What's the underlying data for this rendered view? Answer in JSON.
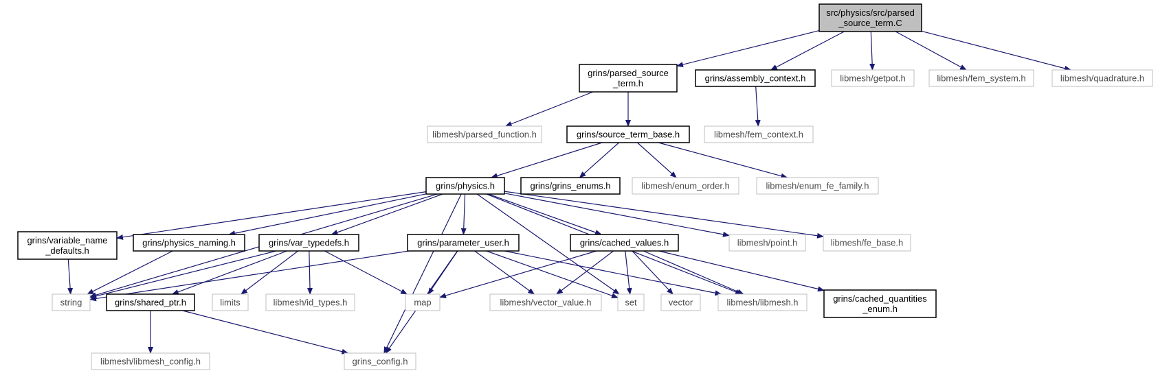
{
  "nodes": [
    {
      "id": "root",
      "lines": [
        "src/physics/src/parsed",
        "_source_term.C"
      ],
      "style": "root"
    },
    {
      "id": "pst",
      "lines": [
        "grins/parsed_source",
        "_term.h"
      ],
      "style": "local"
    },
    {
      "id": "asm",
      "lines": [
        "grins/assembly_context.h"
      ],
      "style": "local"
    },
    {
      "id": "getpot",
      "lines": [
        "libmesh/getpot.h"
      ],
      "style": "ext"
    },
    {
      "id": "femsys",
      "lines": [
        "libmesh/fem_system.h"
      ],
      "style": "ext"
    },
    {
      "id": "quad",
      "lines": [
        "libmesh/quadrature.h"
      ],
      "style": "ext"
    },
    {
      "id": "pfunc",
      "lines": [
        "libmesh/parsed_function.h"
      ],
      "style": "ext"
    },
    {
      "id": "stb",
      "lines": [
        "grins/source_term_base.h"
      ],
      "style": "local"
    },
    {
      "id": "femctx",
      "lines": [
        "libmesh/fem_context.h"
      ],
      "style": "ext"
    },
    {
      "id": "phys",
      "lines": [
        "grins/physics.h"
      ],
      "style": "local"
    },
    {
      "id": "genums",
      "lines": [
        "grins/grins_enums.h"
      ],
      "style": "local"
    },
    {
      "id": "eorder",
      "lines": [
        "libmesh/enum_order.h"
      ],
      "style": "ext"
    },
    {
      "id": "efe",
      "lines": [
        "libmesh/enum_fe_family.h"
      ],
      "style": "ext"
    },
    {
      "id": "varname",
      "lines": [
        "grins/variable_name",
        "_defaults.h"
      ],
      "style": "local"
    },
    {
      "id": "pnaming",
      "lines": [
        "grins/physics_naming.h"
      ],
      "style": "local"
    },
    {
      "id": "vtypes",
      "lines": [
        "grins/var_typedefs.h"
      ],
      "style": "local"
    },
    {
      "id": "puser",
      "lines": [
        "grins/parameter_user.h"
      ],
      "style": "local"
    },
    {
      "id": "cvals",
      "lines": [
        "grins/cached_values.h"
      ],
      "style": "local"
    },
    {
      "id": "point",
      "lines": [
        "libmesh/point.h"
      ],
      "style": "ext"
    },
    {
      "id": "febase",
      "lines": [
        "libmesh/fe_base.h"
      ],
      "style": "ext"
    },
    {
      "id": "string",
      "lines": [
        "string"
      ],
      "style": "ext"
    },
    {
      "id": "sptr",
      "lines": [
        "grins/shared_ptr.h"
      ],
      "style": "local"
    },
    {
      "id": "limits",
      "lines": [
        "limits"
      ],
      "style": "ext"
    },
    {
      "id": "idtypes",
      "lines": [
        "libmesh/id_types.h"
      ],
      "style": "ext"
    },
    {
      "id": "map",
      "lines": [
        "map"
      ],
      "style": "ext"
    },
    {
      "id": "vval",
      "lines": [
        "libmesh/vector_value.h"
      ],
      "style": "ext"
    },
    {
      "id": "set",
      "lines": [
        "set"
      ],
      "style": "ext"
    },
    {
      "id": "vector",
      "lines": [
        "vector"
      ],
      "style": "ext"
    },
    {
      "id": "libmesh",
      "lines": [
        "libmesh/libmesh.h"
      ],
      "style": "ext"
    },
    {
      "id": "cqenum",
      "lines": [
        "grins/cached_quantities",
        "_enum.h"
      ],
      "style": "local"
    },
    {
      "id": "lmconf",
      "lines": [
        "libmesh/libmesh_config.h"
      ],
      "style": "ext"
    },
    {
      "id": "gconf",
      "lines": [
        "grins_config.h"
      ],
      "style": "ext"
    }
  ],
  "edges": [
    [
      "root",
      "pst"
    ],
    [
      "root",
      "asm"
    ],
    [
      "root",
      "getpot"
    ],
    [
      "root",
      "femsys"
    ],
    [
      "root",
      "quad"
    ],
    [
      "pst",
      "pfunc"
    ],
    [
      "pst",
      "stb"
    ],
    [
      "asm",
      "femctx"
    ],
    [
      "stb",
      "phys"
    ],
    [
      "stb",
      "genums"
    ],
    [
      "stb",
      "eorder"
    ],
    [
      "stb",
      "efe"
    ],
    [
      "phys",
      "string"
    ],
    [
      "phys",
      "varname"
    ],
    [
      "phys",
      "pnaming"
    ],
    [
      "phys",
      "vtypes"
    ],
    [
      "phys",
      "gconf"
    ],
    [
      "phys",
      "puser"
    ],
    [
      "phys",
      "set"
    ],
    [
      "phys",
      "cvals"
    ],
    [
      "phys",
      "libmesh"
    ],
    [
      "phys",
      "point"
    ],
    [
      "phys",
      "febase"
    ],
    [
      "varname",
      "string"
    ],
    [
      "pnaming",
      "string"
    ],
    [
      "vtypes",
      "string"
    ],
    [
      "vtypes",
      "sptr"
    ],
    [
      "vtypes",
      "limits"
    ],
    [
      "vtypes",
      "idtypes"
    ],
    [
      "vtypes",
      "map"
    ],
    [
      "puser",
      "string"
    ],
    [
      "puser",
      "map"
    ],
    [
      "puser",
      "vval"
    ],
    [
      "puser",
      "set"
    ],
    [
      "puser",
      "libmesh"
    ],
    [
      "puser",
      "gconf"
    ],
    [
      "cvals",
      "map"
    ],
    [
      "cvals",
      "vval"
    ],
    [
      "cvals",
      "set"
    ],
    [
      "cvals",
      "vector"
    ],
    [
      "cvals",
      "libmesh"
    ],
    [
      "cvals",
      "cqenum"
    ],
    [
      "sptr",
      "lmconf"
    ],
    [
      "sptr",
      "gconf"
    ]
  ],
  "colors": {
    "edge": "#191970",
    "root_fill": "#bfbfbf",
    "local_border": "#000000",
    "ext_border": "#bfbfbf",
    "ext_text": "#4d4d4d"
  }
}
